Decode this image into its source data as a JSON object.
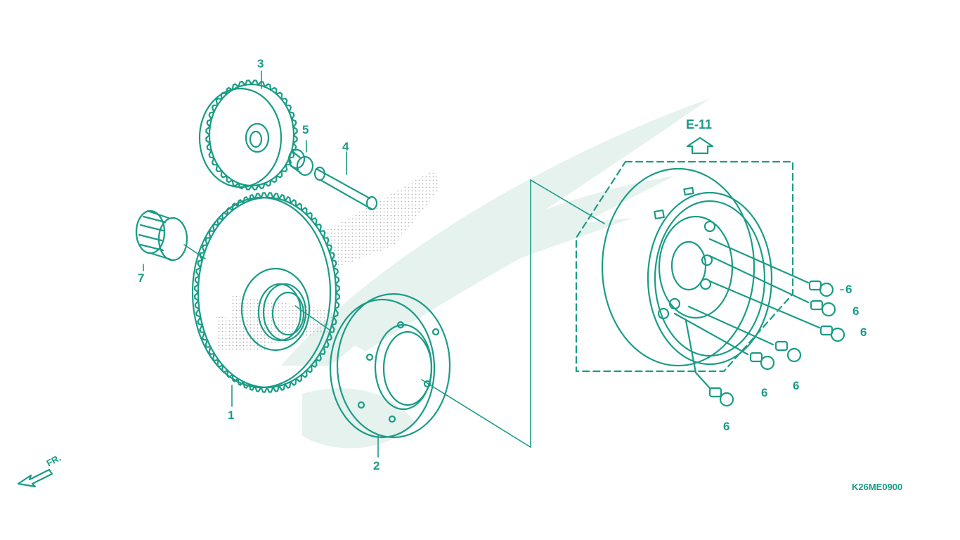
{
  "colors": {
    "line": "#1a9c86",
    "watermark": "#e4f1ec",
    "stipple": "#b7b7b7"
  },
  "diagram": {
    "callouts": {
      "p1": "1",
      "p2": "2",
      "p3": "3",
      "p4": "4",
      "p5": "5",
      "p7": "7",
      "p6": "6"
    },
    "reference": "E-11",
    "front_marker": "FR.",
    "figure_code": "K26ME0900"
  }
}
